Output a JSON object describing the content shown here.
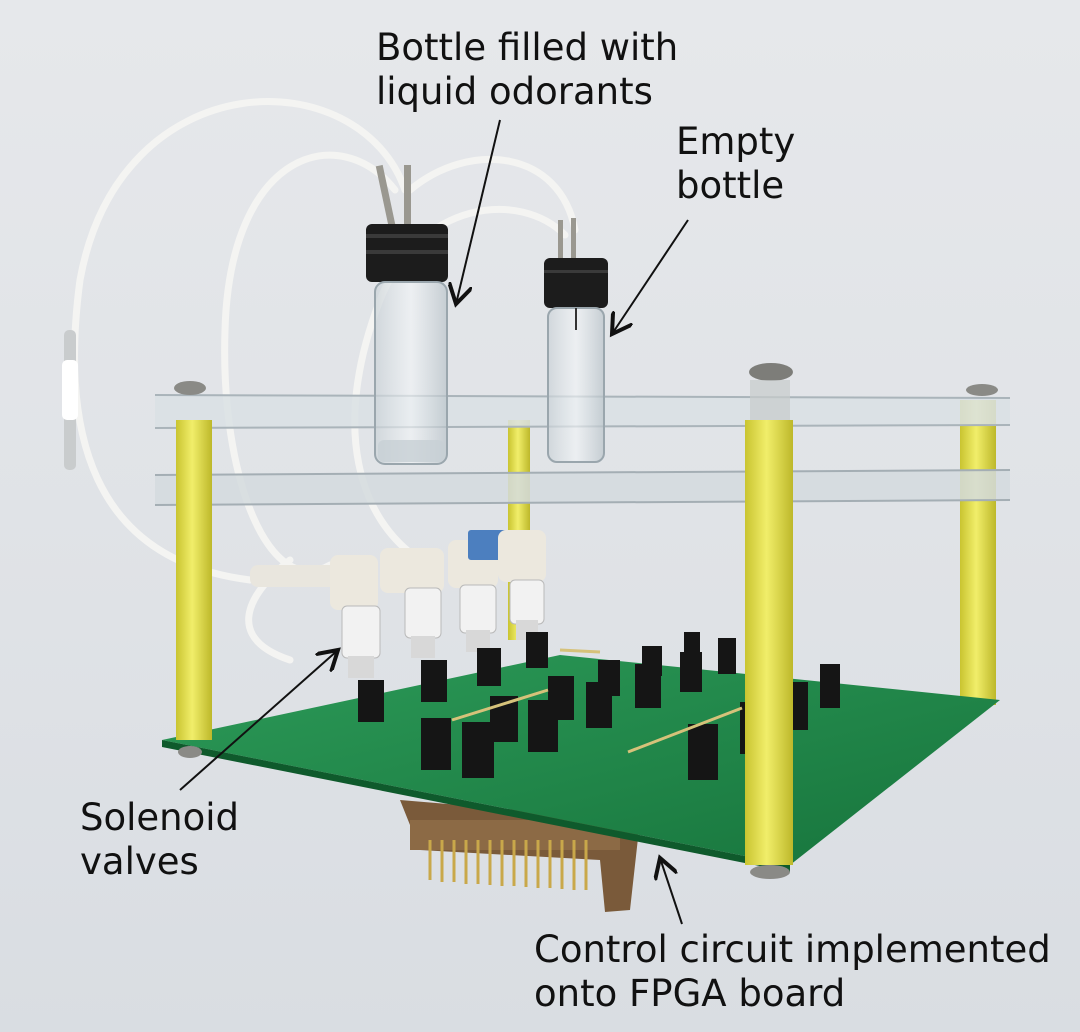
{
  "annotations": {
    "bottle_filled": "Bottle filled with\nliquid odorants",
    "empty_bottle": "Empty\nbottle",
    "solenoid_valves": "Solenoid\nvalves",
    "control_circuit": "Control circuit implemented\nonto FPGA board"
  },
  "colors": {
    "background": "#e4e6e9",
    "pcb_green": "#1f8a4a",
    "standoff_yellow": "#e6e24a",
    "acrylic": "#d9e0e4",
    "cap_black": "#1c1c1c"
  }
}
